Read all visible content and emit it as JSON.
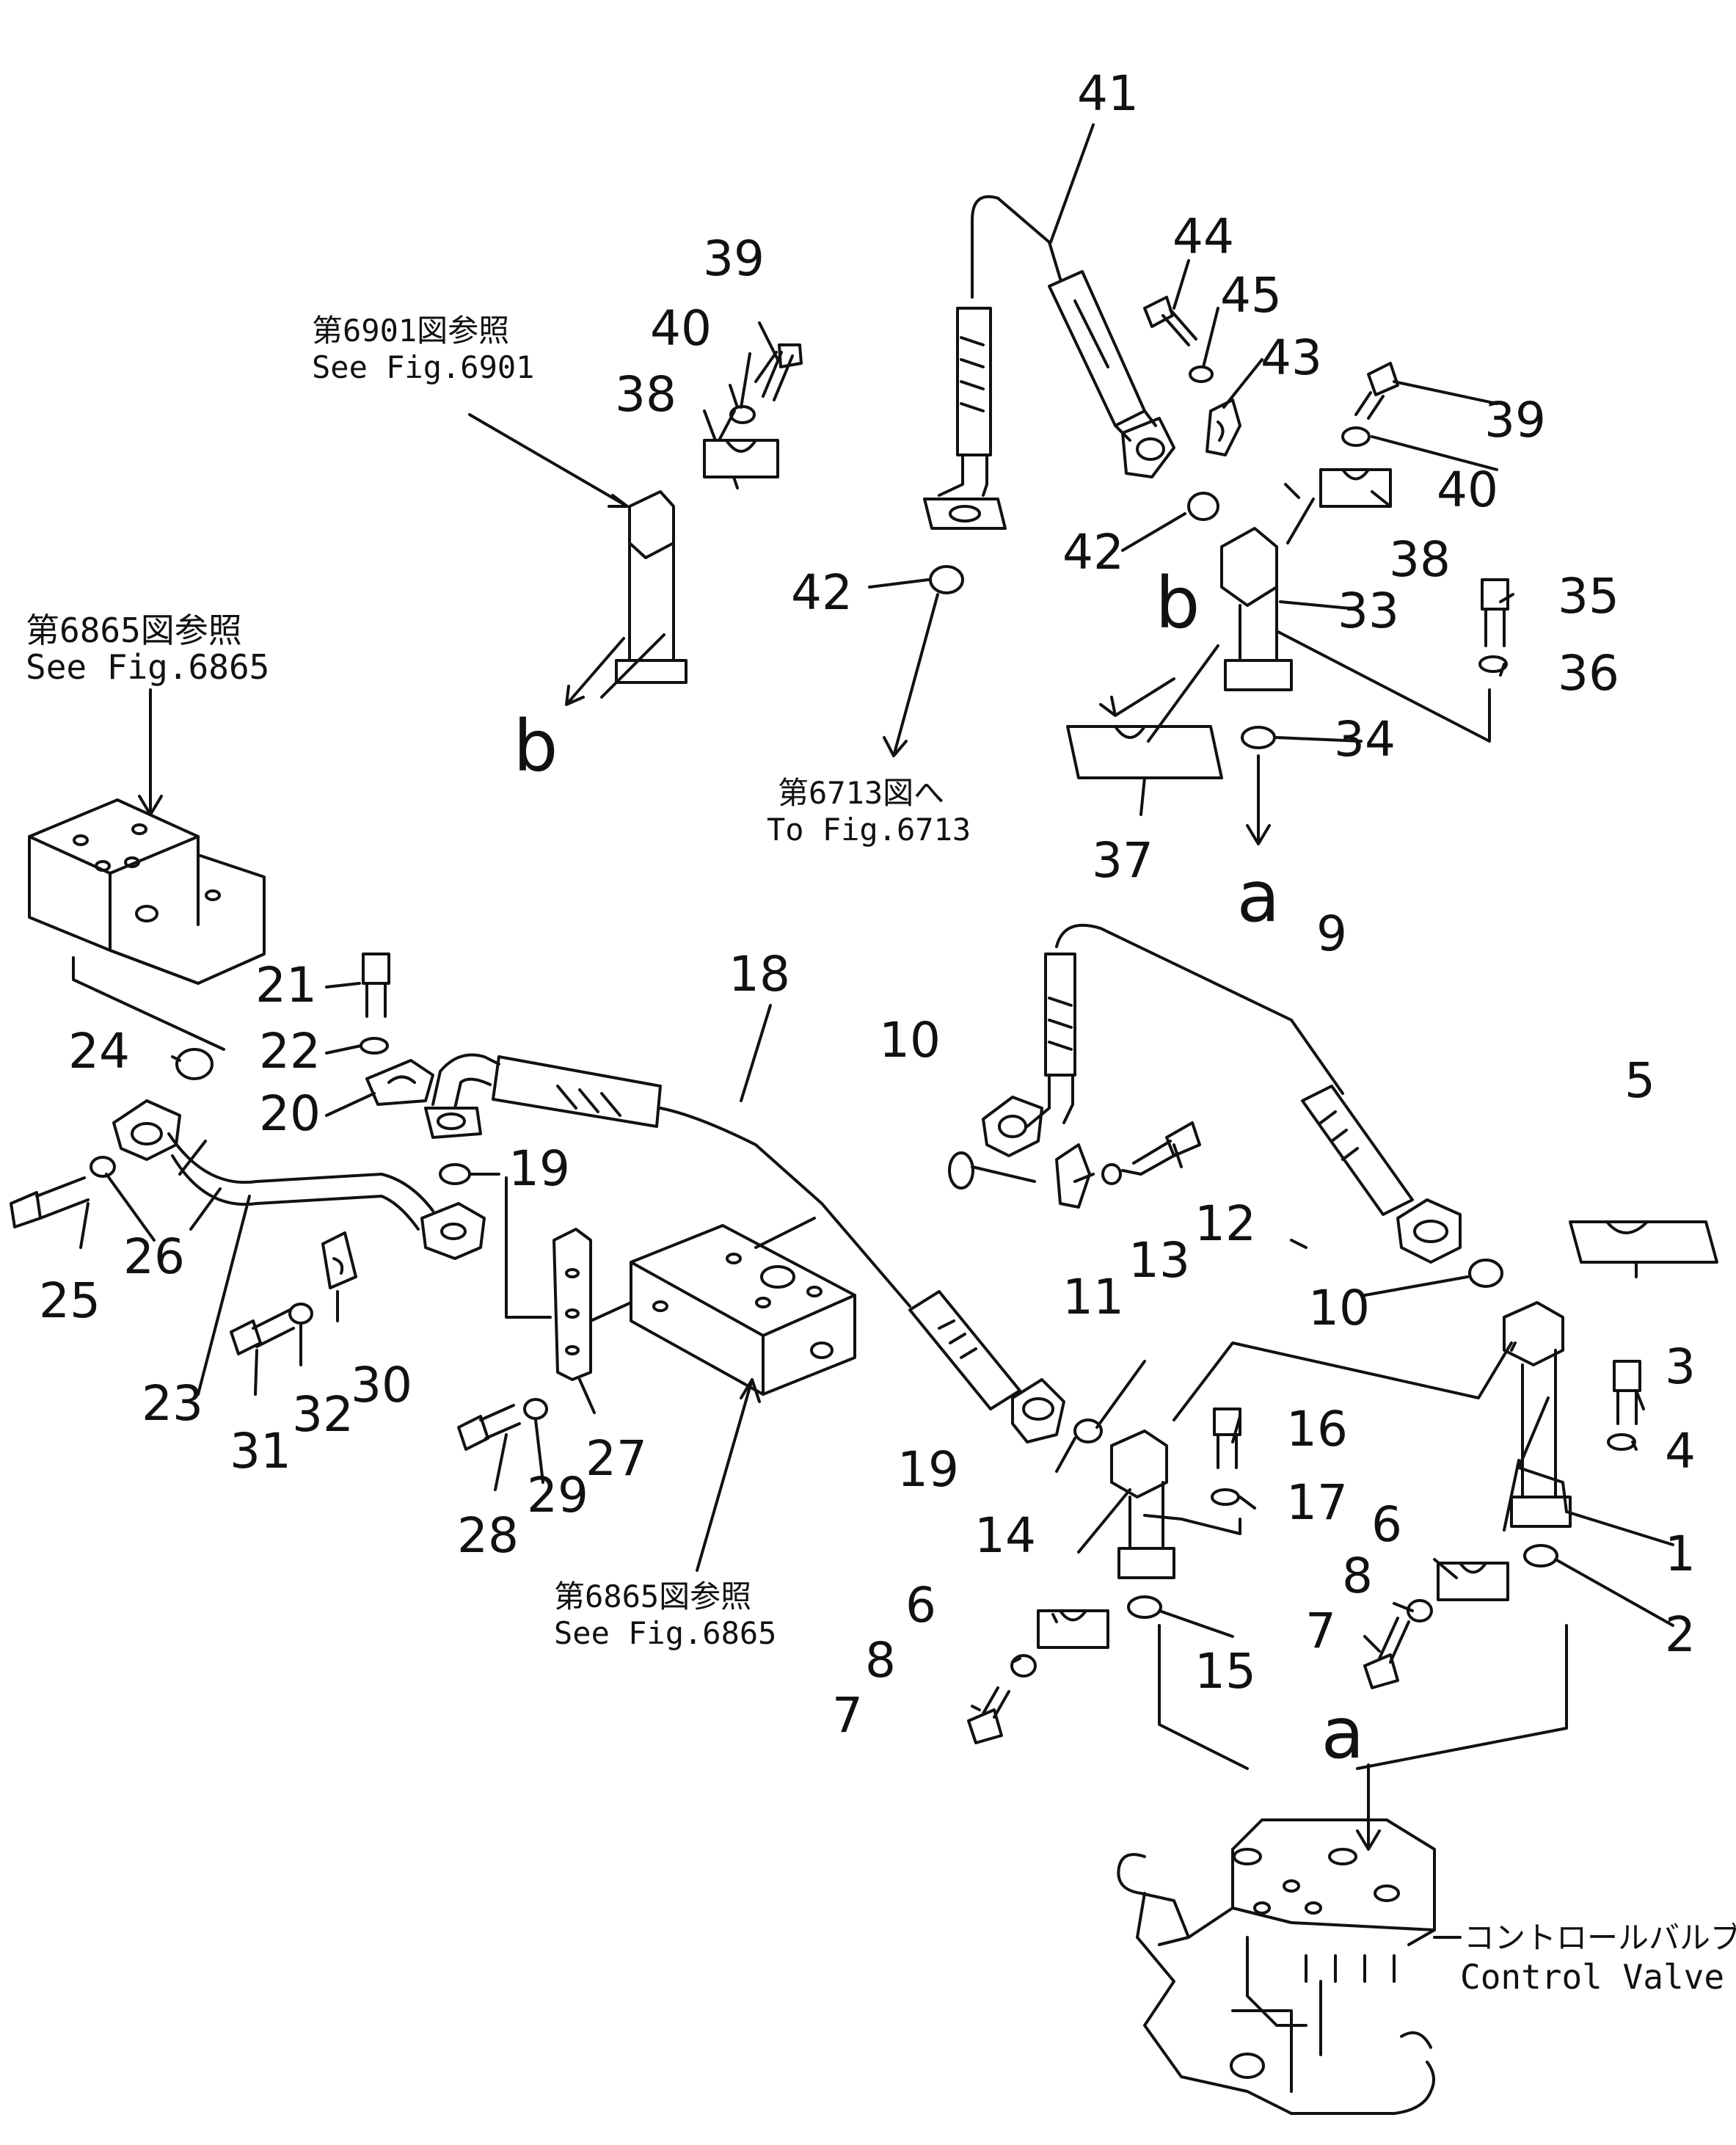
{
  "callouts": [
    {
      "id": "p1",
      "text": "1"
    },
    {
      "id": "p2",
      "text": "2"
    },
    {
      "id": "p3",
      "text": "3"
    },
    {
      "id": "p4",
      "text": "4"
    },
    {
      "id": "p5",
      "text": "5"
    },
    {
      "id": "p6a",
      "text": "6"
    },
    {
      "id": "p6b",
      "text": "6"
    },
    {
      "id": "p7a",
      "text": "7"
    },
    {
      "id": "p7b",
      "text": "7"
    },
    {
      "id": "p8a",
      "text": "8"
    },
    {
      "id": "p8b",
      "text": "8"
    },
    {
      "id": "p9",
      "text": "9"
    },
    {
      "id": "p10a",
      "text": "10"
    },
    {
      "id": "p10b",
      "text": "10"
    },
    {
      "id": "p11",
      "text": "11"
    },
    {
      "id": "p12",
      "text": "12"
    },
    {
      "id": "p13",
      "text": "13"
    },
    {
      "id": "p14",
      "text": "14"
    },
    {
      "id": "p15",
      "text": "15"
    },
    {
      "id": "p16",
      "text": "16"
    },
    {
      "id": "p17",
      "text": "17"
    },
    {
      "id": "p18",
      "text": "18"
    },
    {
      "id": "p19a",
      "text": "19"
    },
    {
      "id": "p19b",
      "text": "19"
    },
    {
      "id": "p20",
      "text": "20"
    },
    {
      "id": "p21",
      "text": "21"
    },
    {
      "id": "p22",
      "text": "22"
    },
    {
      "id": "p23",
      "text": "23"
    },
    {
      "id": "p24",
      "text": "24"
    },
    {
      "id": "p25",
      "text": "25"
    },
    {
      "id": "p26",
      "text": "26"
    },
    {
      "id": "p27",
      "text": "27"
    },
    {
      "id": "p28",
      "text": "28"
    },
    {
      "id": "p29",
      "text": "29"
    },
    {
      "id": "p30",
      "text": "30"
    },
    {
      "id": "p31",
      "text": "31"
    },
    {
      "id": "p32",
      "text": "32"
    },
    {
      "id": "p33",
      "text": "33"
    },
    {
      "id": "p34",
      "text": "34"
    },
    {
      "id": "p35",
      "text": "35"
    },
    {
      "id": "p36",
      "text": "36"
    },
    {
      "id": "p37",
      "text": "37"
    },
    {
      "id": "p38a",
      "text": "38"
    },
    {
      "id": "p38b",
      "text": "38"
    },
    {
      "id": "p39a",
      "text": "39"
    },
    {
      "id": "p39b",
      "text": "39"
    },
    {
      "id": "p40a",
      "text": "40"
    },
    {
      "id": "p40b",
      "text": "40"
    },
    {
      "id": "p41",
      "text": "41"
    },
    {
      "id": "p42a",
      "text": "42"
    },
    {
      "id": "p42b",
      "text": "42"
    },
    {
      "id": "p43",
      "text": "43"
    },
    {
      "id": "p44",
      "text": "44"
    },
    {
      "id": "p45",
      "text": "45"
    }
  ],
  "connection_letters": {
    "a_top": "a",
    "a_bottom": "a",
    "b_left": "b",
    "b_right": "b"
  },
  "references": {
    "fig6901_jp": "第6901図参照",
    "fig6901_en": "See Fig.6901",
    "fig6865_top_jp": "第6865図参照",
    "fig6865_top_en": "See Fig.6865",
    "fig6713_jp": "第6713図へ",
    "fig6713_en": "To Fig.6713",
    "fig6865_bottom_jp": "第6865図参照",
    "fig6865_bottom_en": "See Fig.6865",
    "control_valve_jp": "コントロールバルブ",
    "control_valve_en": "Control Valve"
  }
}
